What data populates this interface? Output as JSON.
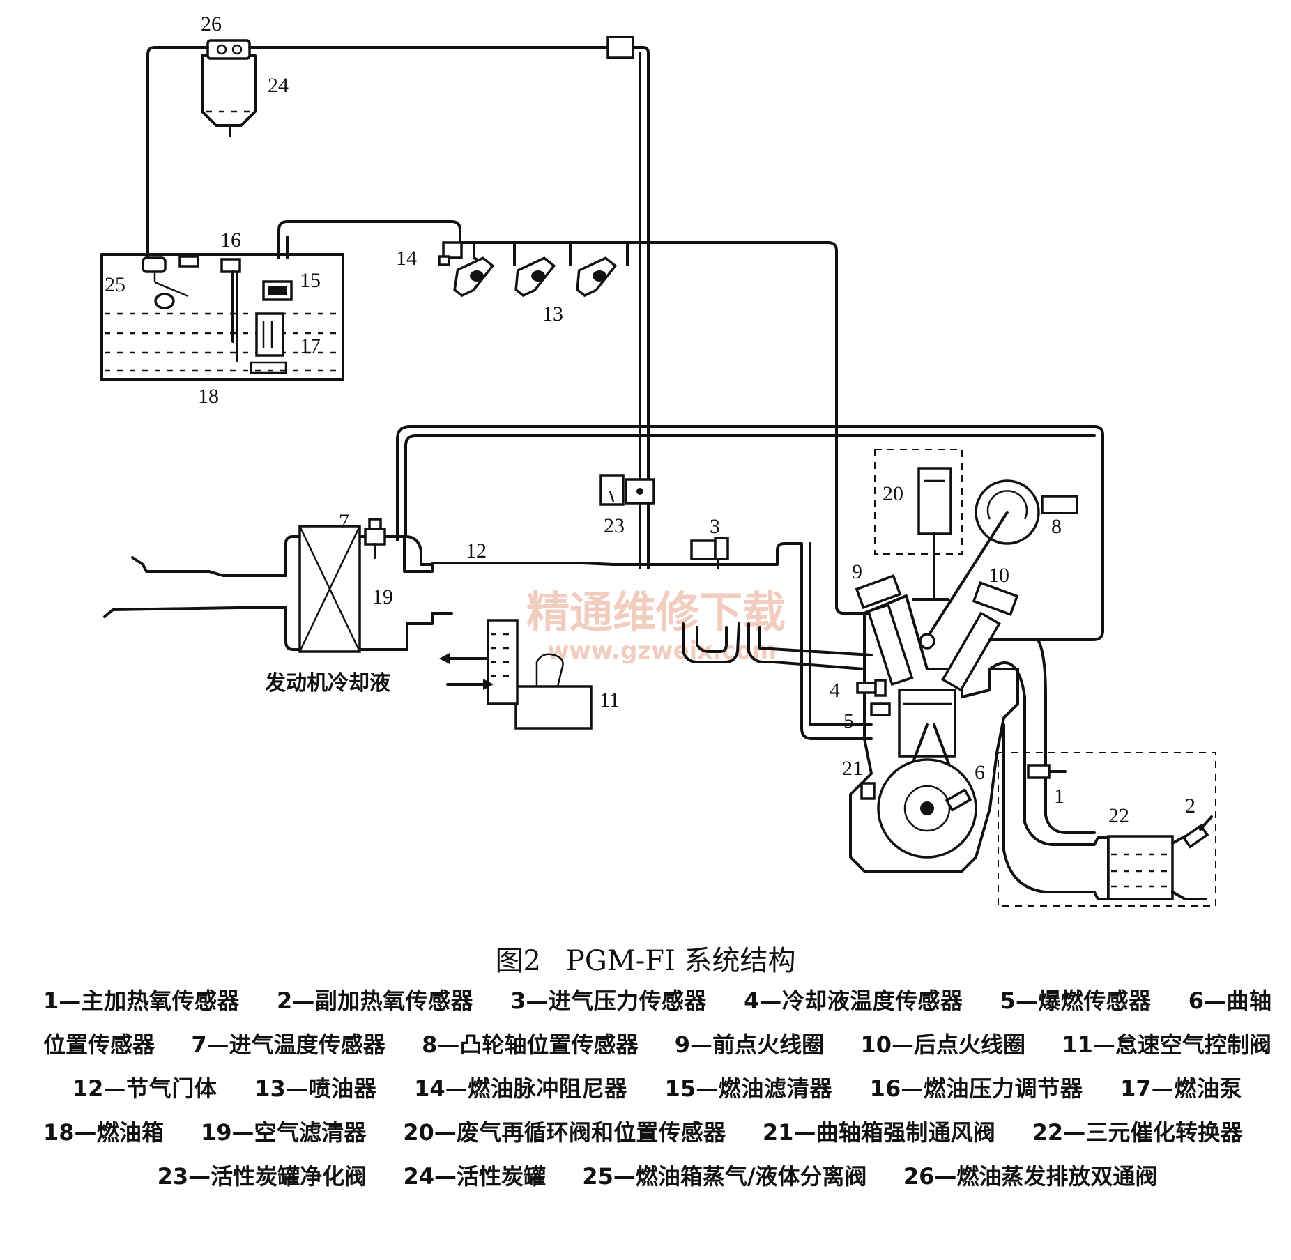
{
  "figure": {
    "caption_number": "图2",
    "caption_title": "PGM-FI 系统结构",
    "coolant_label": "发动机冷却液",
    "watermark_text": "精通维修下载",
    "watermark_url": "www.gzweix.com",
    "component_numbers": [
      "1",
      "2",
      "3",
      "4",
      "5",
      "6",
      "7",
      "8",
      "9",
      "10",
      "11",
      "12",
      "13",
      "14",
      "15",
      "16",
      "17",
      "18",
      "19",
      "20",
      "21",
      "22",
      "23",
      "24",
      "25",
      "26"
    ],
    "legend": [
      {
        "num": "1",
        "name": "主加热氧传感器"
      },
      {
        "num": "2",
        "name": "副加热氧传感器"
      },
      {
        "num": "3",
        "name": "进气压力传感器"
      },
      {
        "num": "4",
        "name": "冷却液温度传感器"
      },
      {
        "num": "5",
        "name": "爆燃传感器"
      },
      {
        "num": "6",
        "name": "曲轴位置传感器"
      },
      {
        "num": "7",
        "name": "进气温度传感器"
      },
      {
        "num": "8",
        "name": "凸轮轴位置传感器"
      },
      {
        "num": "9",
        "name": "前点火线圈"
      },
      {
        "num": "10",
        "name": "后点火线圈"
      },
      {
        "num": "11",
        "name": "怠速空气控制阀"
      },
      {
        "num": "12",
        "name": "节气门体"
      },
      {
        "num": "13",
        "name": "喷油器"
      },
      {
        "num": "14",
        "name": "燃油脉冲阻尼器"
      },
      {
        "num": "15",
        "name": "燃油滤清器"
      },
      {
        "num": "16",
        "name": "燃油压力调节器"
      },
      {
        "num": "17",
        "name": "燃油泵"
      },
      {
        "num": "18",
        "name": "燃油箱"
      },
      {
        "num": "19",
        "name": "空气滤清器"
      },
      {
        "num": "20",
        "name": "废气再循环阀和位置传感器"
      },
      {
        "num": "21",
        "name": "曲轴箱强制通风阀"
      },
      {
        "num": "22",
        "name": "三元催化转换器"
      },
      {
        "num": "23",
        "name": "活性炭罐净化阀"
      },
      {
        "num": "24",
        "name": "活性炭罐"
      },
      {
        "num": "25",
        "name": "燃油箱蒸气/液体分离阀"
      },
      {
        "num": "26",
        "name": "燃油蒸发排放双通阀"
      }
    ],
    "legend_separator": "—"
  }
}
